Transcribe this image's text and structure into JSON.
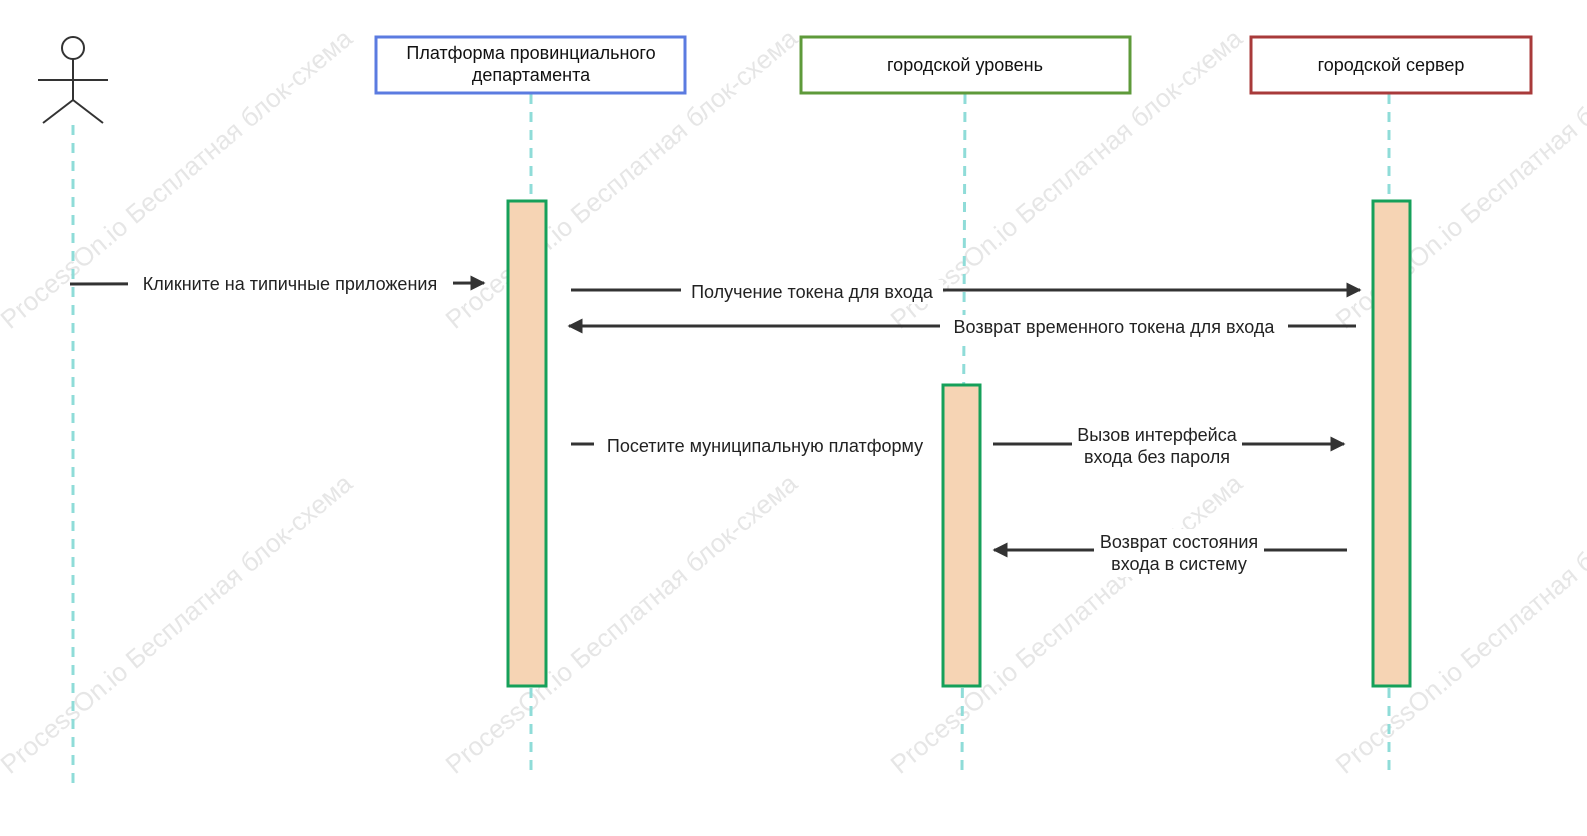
{
  "colors": {
    "lifeline": "#8fdcd8",
    "activation_fill": "#f6d4b4",
    "activation_stroke": "#16a05a",
    "arrow": "#333333",
    "label_bg": "#ffffff",
    "watermark": "#c8c8c8"
  },
  "actor": {
    "icon": "stick-figure-actor-icon"
  },
  "participants": [
    {
      "id": "platform",
      "label_lines": [
        "Платформа провинциального",
        "департамента"
      ],
      "border_color": "#5b7be0"
    },
    {
      "id": "city-level",
      "label_lines": [
        "городской уровень"
      ],
      "border_color": "#5e9a3a"
    },
    {
      "id": "city-server",
      "label_lines": [
        "городской сервер"
      ],
      "border_color": "#a83a3a"
    }
  ],
  "messages": [
    {
      "id": "click-typical-apps",
      "direction": "right",
      "lines": [
        "Кликните на типичные приложения"
      ]
    },
    {
      "id": "get-login-token",
      "direction": "right",
      "lines": [
        "Получение токена для входа"
      ]
    },
    {
      "id": "return-temp-token",
      "direction": "left",
      "lines": [
        "Возврат временного токена для входа"
      ]
    },
    {
      "id": "visit-municipal-platform",
      "direction": "right",
      "lines": [
        "Посетите муниципальную платформу"
      ]
    },
    {
      "id": "call-passwordless-login",
      "direction": "right",
      "lines": [
        "Вызов интерфейса",
        "входа без пароля"
      ]
    },
    {
      "id": "return-login-status",
      "direction": "left",
      "lines": [
        "Возврат состояния",
        "входа в систему"
      ]
    }
  ],
  "watermark": "ProcessOn.io Бесплатная блок-схема"
}
